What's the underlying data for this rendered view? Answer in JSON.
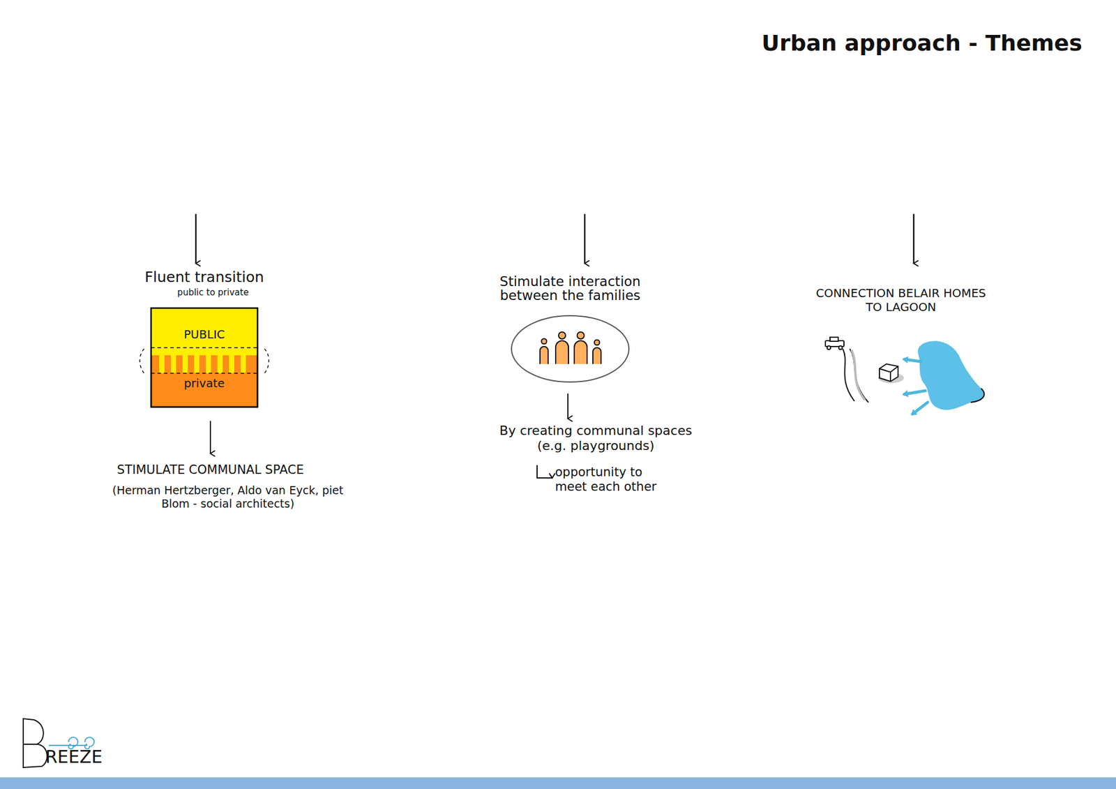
{
  "diagram": {
    "title": "Urban approach - Themes",
    "nodes": [
      {
        "text": [
          "Fluent transition",
          "public to private",
          "PUBLIC",
          "private"
        ]
      },
      {
        "text": [
          "Stimulate interaction between the families"
        ]
      }
    ],
    "labels": [
      "STIMULATE COMMUNAL SPACE",
      "(Herman Hertzberger, Aldo van Eyck, piet Blom - social architects)",
      "By creating communal spaces (e.g. playgrounds)",
      "opportunity to meet each other",
      "CONNECTION BELAIR HOMES TO LAGOON",
      "REEZE"
    ]
  }
}
